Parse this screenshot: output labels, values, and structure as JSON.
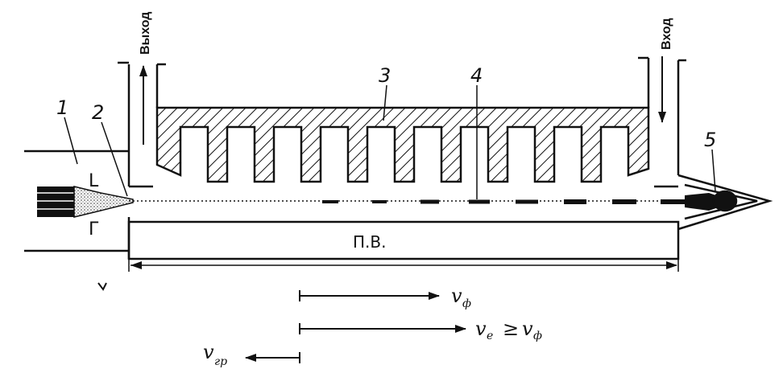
{
  "labels": {
    "outlet": "Выход",
    "inlet": "Вход",
    "n1": "1",
    "n2": "2",
    "n3": "3",
    "n4": "4",
    "n5": "5",
    "L": "L",
    "G": "Г",
    "pv": "П.В."
  },
  "velocities": {
    "v_f": {
      "sym": "v",
      "sub": "ф"
    },
    "v_e": {
      "sym": "v",
      "sub": "e",
      "rel": "≥",
      "sym2": "v",
      "sub2": "ф"
    },
    "v_gr": {
      "sym": "v",
      "sub": "гр"
    }
  },
  "colors": {
    "ink": "#111111",
    "background": "#ffffff"
  }
}
